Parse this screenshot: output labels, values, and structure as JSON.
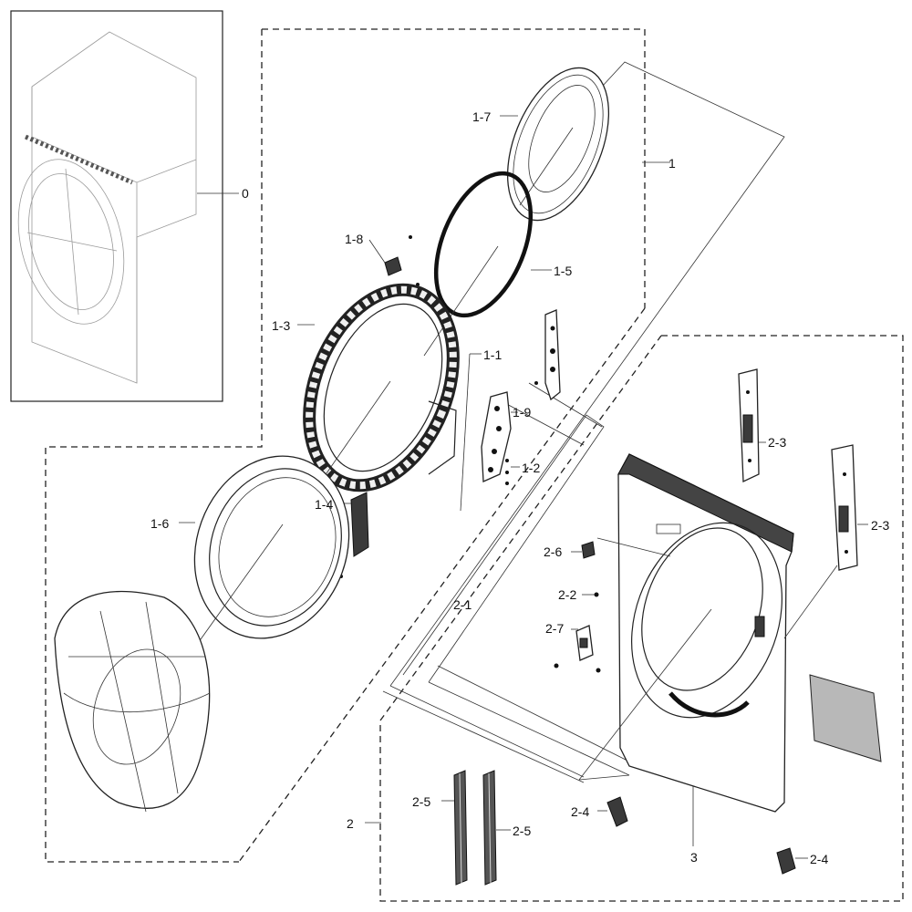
{
  "diagram": {
    "callouts": [
      {
        "id": "0",
        "text": "0"
      },
      {
        "id": "1",
        "text": "1"
      },
      {
        "id": "1-1",
        "text": "1-1"
      },
      {
        "id": "1-2",
        "text": "1-2"
      },
      {
        "id": "1-3",
        "text": "1-3"
      },
      {
        "id": "1-4",
        "text": "1-4"
      },
      {
        "id": "1-5",
        "text": "1-5"
      },
      {
        "id": "1-6",
        "text": "1-6"
      },
      {
        "id": "1-7",
        "text": "1-7"
      },
      {
        "id": "1-8",
        "text": "1-8"
      },
      {
        "id": "1-9",
        "text": "1-9"
      },
      {
        "id": "2",
        "text": "2"
      },
      {
        "id": "2-1",
        "text": "2-1"
      },
      {
        "id": "2-2",
        "text": "2-2"
      },
      {
        "id": "2-3a",
        "text": "2-3"
      },
      {
        "id": "2-3b",
        "text": "2-3"
      },
      {
        "id": "2-4a",
        "text": "2-4"
      },
      {
        "id": "2-4b",
        "text": "2-4"
      },
      {
        "id": "2-5a",
        "text": "2-5"
      },
      {
        "id": "2-5b",
        "text": "2-5"
      },
      {
        "id": "2-6",
        "text": "2-6"
      },
      {
        "id": "2-7",
        "text": "2-7"
      },
      {
        "id": "3",
        "text": "3"
      }
    ],
    "colors": {
      "line": "#222222",
      "label_fill": "#b8b8b8",
      "background": "#ffffff"
    }
  }
}
